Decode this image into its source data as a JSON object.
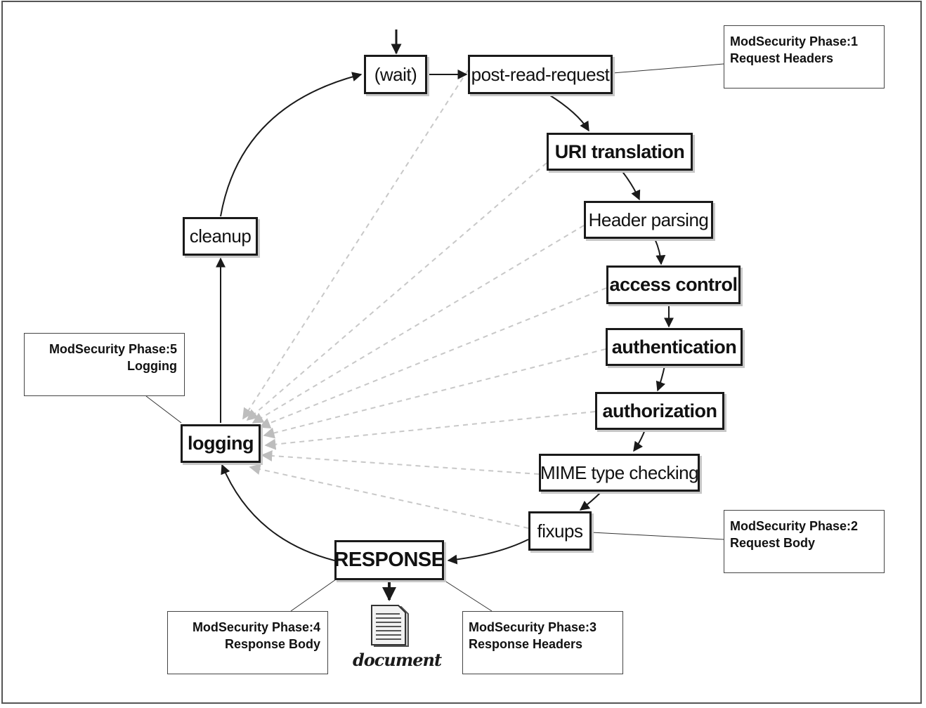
{
  "nodes": {
    "wait": "(wait)",
    "post_read_request": "post-read-request",
    "uri_translation": "URI translation",
    "header_parsing": "Header parsing",
    "access_control": "access control",
    "authentication": "authentication",
    "authorization": "authorization",
    "mime_type_checking": "MIME type checking",
    "fixups": "fixups",
    "response": "RESPONSE",
    "logging": "logging",
    "cleanup": "cleanup"
  },
  "annotations": {
    "phase1": {
      "title": "ModSecurity Phase:1",
      "subtitle": "Request Headers"
    },
    "phase2": {
      "title": "ModSecurity Phase:2",
      "subtitle": "Request Body"
    },
    "phase3": {
      "title": "ModSecurity Phase:3",
      "subtitle": "Response Headers"
    },
    "phase4": {
      "title": "ModSecurity Phase:4",
      "subtitle": "Response Body"
    },
    "phase5": {
      "title": "ModSecurity Phase:5",
      "subtitle": "Logging"
    }
  },
  "document_label": "document",
  "colors": {
    "box_border": "#1a1a1a",
    "arrow": "#1a1a1a",
    "dashed_arrow": "#c8c8c8",
    "note_border": "#444444"
  }
}
